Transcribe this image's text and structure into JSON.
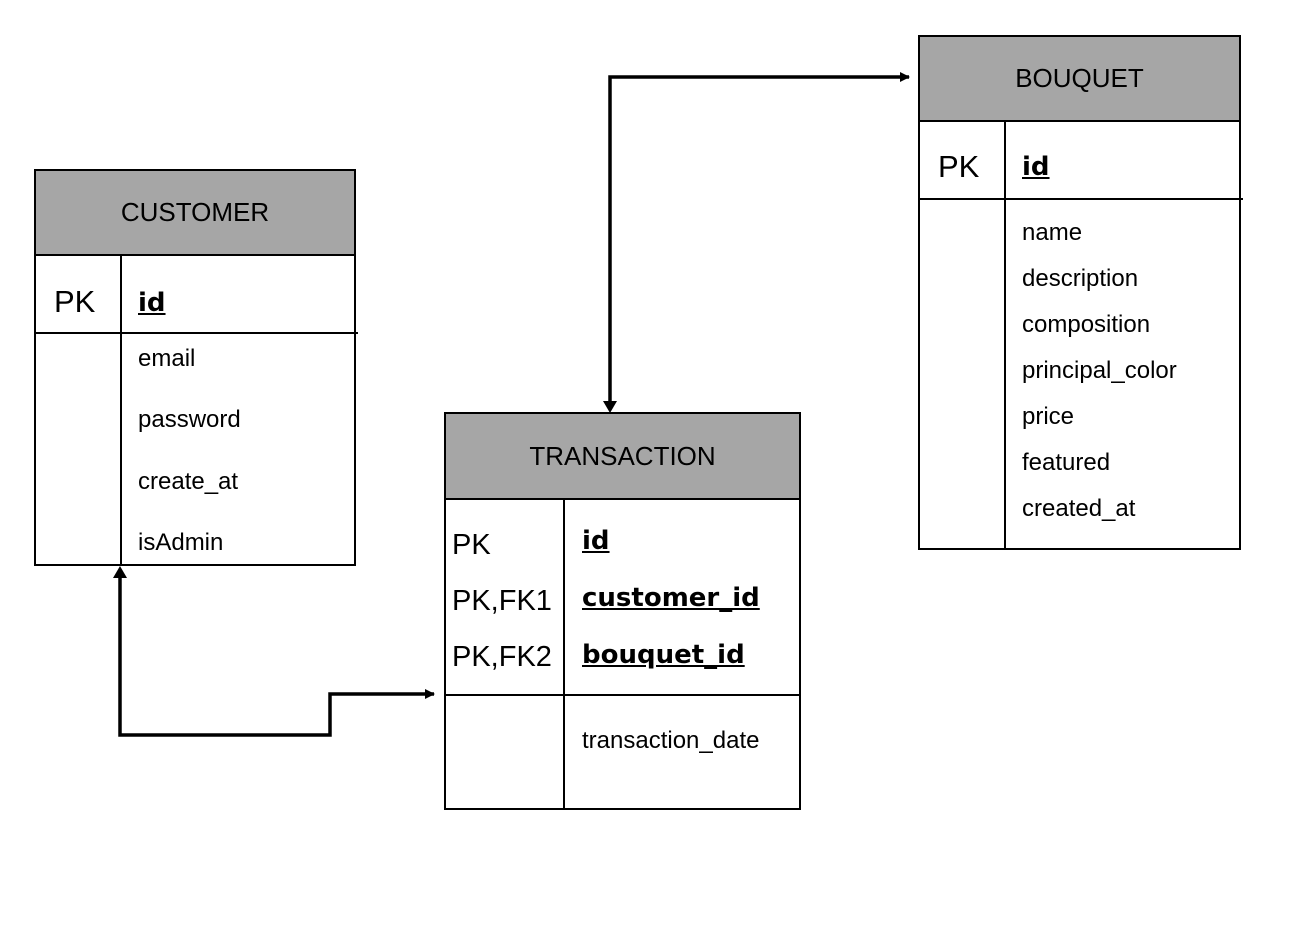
{
  "customer": {
    "title": "CUSTOMER",
    "pk_label": "PK",
    "pk_field": "id",
    "attributes": [
      "email",
      "password",
      "create_at",
      "isAdmin"
    ]
  },
  "transaction": {
    "title": "TRANSACTION",
    "keys": [
      "PK",
      "PK,FK1",
      "PK,FK2"
    ],
    "key_fields": [
      "id",
      "customer_id",
      "bouquet_id"
    ],
    "attributes": [
      "transaction_date"
    ]
  },
  "bouquet": {
    "title": "BOUQUET",
    "pk_label": "PK",
    "pk_field": "id",
    "attributes": [
      "name",
      "description",
      "composition",
      "principal_color",
      "price",
      "featured",
      "created_at"
    ]
  },
  "colors": {
    "header_fill": "#a6a6a6",
    "line": "#000000"
  }
}
